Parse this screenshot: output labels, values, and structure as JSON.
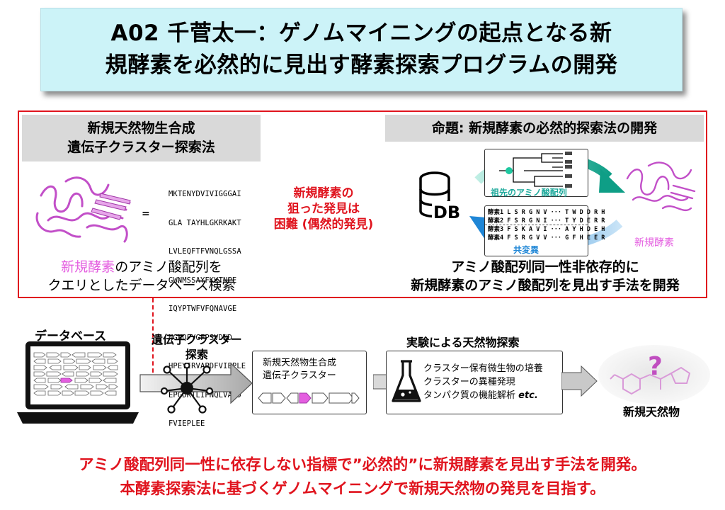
{
  "title": {
    "line1": "A02 千菅太一：ゲノムマイニングの起点となる新",
    "line2": "規酵素を必然的に見出す酵素探索プログラムの開発"
  },
  "left_panel": {
    "header_line1": "新規天然物生合成",
    "header_line2": "遺伝子クラスター探索法",
    "equals": "=",
    "sequence": [
      "MKTENYDVIVIGGGAI",
      "GLA TAYHLGKRKAKT",
      "LVLEQFTFVNQLGSSA",
      "GWNMSSAYFKKTNPE",
      "IQYPTWFVFQNAVGE",
      "NGNQFYGFPSVDWD",
      "HPEYIRVAPDFVIEPLE",
      "EPGDRTLIPNQLVAPD",
      "FVIEPLEE"
    ],
    "caption_pink": "新規酵素",
    "caption_rest": "のアミノ酸配列を",
    "caption_line2": "クエリとしたデータベース検索"
  },
  "middle_note": {
    "line1": "新規酵素の",
    "line2": "狙った発見は",
    "line3": "困難 (偶然的発見)"
  },
  "right_panel": {
    "header": "命題: 新規酵素の必然的探索法の開発",
    "db_label": "DB",
    "ancestor_label": "祖先のアミノ酸配列",
    "covariation_label": "共変異",
    "rows": [
      {
        "name": "酵素1",
        "seq": "L S R G N V ··· T W D D R H"
      },
      {
        "name": "酵素2",
        "seq": "F S R G N I ··· T Y D E R R"
      },
      {
        "name": "酵素3",
        "seq": "F S K A V I ··· A Y H D E H"
      },
      {
        "name": "酵素4",
        "seq": "F S R G V V ··· G F H E E R"
      }
    ],
    "new_enzyme_label": "新規酵素",
    "caption_line1": "アミノ酸配列同一性非依存的に",
    "caption_line2": "新規酵素のアミノ酸配列を見出す手法を開発"
  },
  "flow": {
    "database_label": "データベース",
    "search_label_line1": "遺伝子クラスター",
    "search_label_line2": "探索",
    "cluster_box_line1": "新規天然物生合成",
    "cluster_box_line2": "遺伝子クラスター",
    "experiment_title": "実験による天然物探索",
    "experiment_items": [
      "クラスター保有微生物の培養",
      "クラスターの異種発現"
    ],
    "experiment_item3_main": "タンパク質の機能解析 ",
    "experiment_item3_etc": "etc.",
    "question_mark": "?",
    "product_label": "新規天然物"
  },
  "bottom": {
    "line1": "アミノ酸配列同一性に依存しない指標で”必然的”に新規酵素を見出す手法を開発。",
    "line2": "本酵素探索法に基づくゲノムマイニングで新規天然物の発見を目指す。"
  },
  "colors": {
    "accent_red": "#e0141e",
    "title_bg": "#ccf3f8",
    "pink": "#e45ee0",
    "teal": "#1aa89a",
    "blue": "#1f86d6"
  }
}
